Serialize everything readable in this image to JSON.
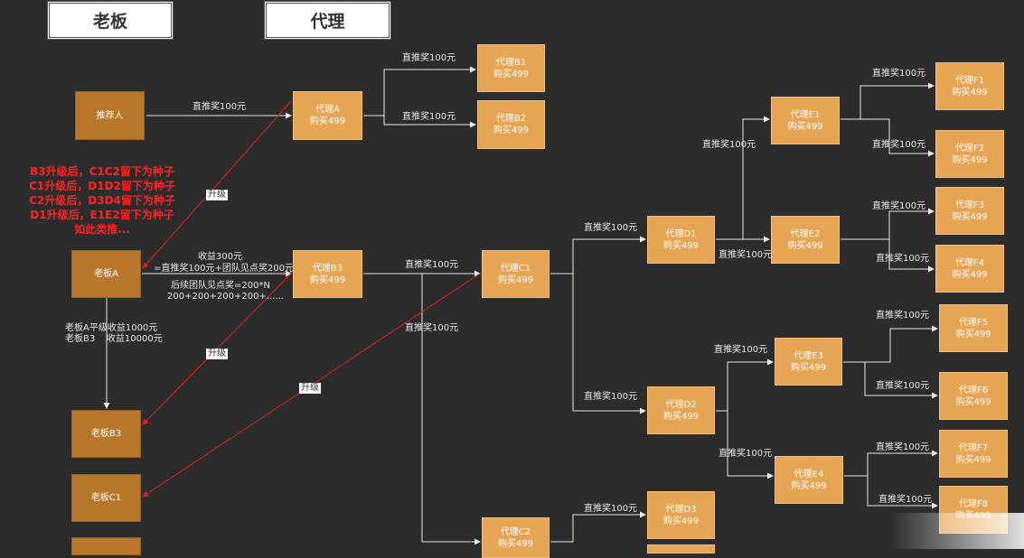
{
  "headers": {
    "boss": "老板",
    "agent": "代理"
  },
  "nodes": {
    "referrer": "推荐人",
    "boss_a": "老板A",
    "boss_b3": "老板B3",
    "boss_c1": "老板C1",
    "agent_a": {
      "name": "代理A",
      "buy": "购买499"
    },
    "agent_b1": {
      "name": "代理B1",
      "buy": "购买499"
    },
    "agent_b2": {
      "name": "代理B2",
      "buy": "购买499"
    },
    "agent_b3": {
      "name": "代理B3",
      "buy": "购买499"
    },
    "agent_c1": {
      "name": "代理C1",
      "buy": "购买499"
    },
    "agent_c2": {
      "name": "代理C2",
      "buy": "购买499"
    },
    "agent_d1": {
      "name": "代理D1",
      "buy": "购买499"
    },
    "agent_d2": {
      "name": "代理D2",
      "buy": "购买499"
    },
    "agent_d3": {
      "name": "代理D3",
      "buy": "购买499"
    },
    "agent_e1": {
      "name": "代理E1",
      "buy": "购买499"
    },
    "agent_e2": {
      "name": "代理E2",
      "buy": "购买499"
    },
    "agent_e3": {
      "name": "代理E3",
      "buy": "购买499"
    },
    "agent_e4": {
      "name": "代理E4",
      "buy": "购买499"
    },
    "agent_f1": {
      "name": "代理F1",
      "buy": "购买499"
    },
    "agent_f2": {
      "name": "代理F2",
      "buy": "购买499"
    },
    "agent_f3": {
      "name": "代理F3",
      "buy": "购买499"
    },
    "agent_f4": {
      "name": "代理F4",
      "buy": "购买499"
    },
    "agent_f5": {
      "name": "代理F5",
      "buy": "购买499"
    },
    "agent_f6": {
      "name": "代理F6",
      "buy": "购买499"
    },
    "agent_f7": {
      "name": "代理F7",
      "buy": "购买499"
    },
    "agent_f8": {
      "name": "代理F8",
      "buy": "购买499"
    }
  },
  "edge_label": "直推奖100元",
  "upgrade_label": "升级",
  "income": {
    "line1": "收益300元",
    "line2": "=直推奖100元+团队见点奖200元",
    "line3": "后续团队见点奖=200*N",
    "line4": "200+200+200+200+......"
  },
  "boss_income": {
    "line1": "老板A平级收益1000元",
    "line2": "老板B3    收益10000元"
  },
  "red_notes": [
    "B3升级后，C1C2留下为种子",
    "C1升级后，D1D2留下为种子",
    "C2升级后，D3D4留下为种子",
    "D1升级后，E1E2留下为种子",
    "如此类推..."
  ],
  "colors": {
    "background": "#2c2c2c",
    "boss_box": "#b9772b",
    "agent_box": "#e6a554",
    "upgrade_arrow": "#e02020",
    "connector": "#e8e8e8"
  }
}
